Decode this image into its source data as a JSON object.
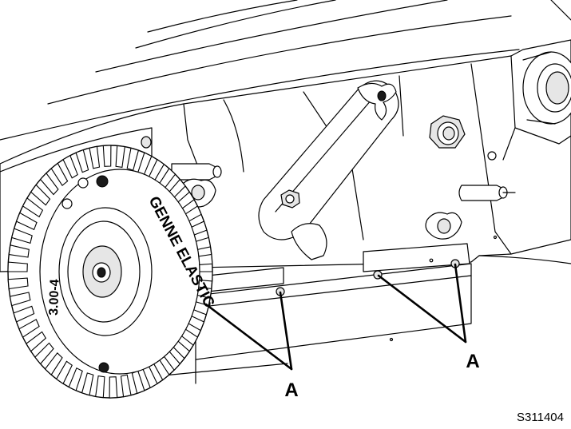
{
  "diagram": {
    "callouts": [
      {
        "id": "A-left",
        "label": "A"
      },
      {
        "id": "A-right",
        "label": "A"
      }
    ],
    "figure_id": "S311404",
    "tire": {
      "brand": "GENNE ELASTIC",
      "size": "3.00-4"
    }
  }
}
